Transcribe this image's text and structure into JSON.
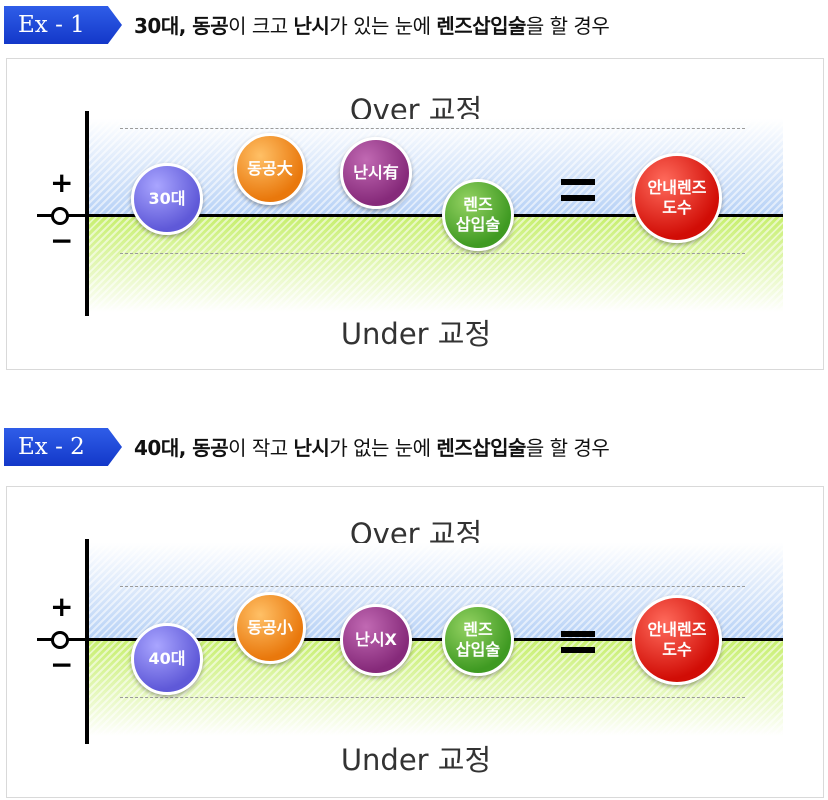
{
  "examples": [
    {
      "badge": "Ex - 1",
      "title": [
        {
          "text": "30대, 동공",
          "bold": true
        },
        {
          "text": "이 크고 ",
          "bold": false
        },
        {
          "text": "난시",
          "bold": true
        },
        {
          "text": "가 있는 눈에 ",
          "bold": false
        },
        {
          "text": "렌즈삽입술",
          "bold": true
        },
        {
          "text": "을 할 경우",
          "bold": false
        }
      ],
      "over_label": "Over 교정",
      "under_label": "Under 교정",
      "plus": "+",
      "minus": "−",
      "bubbles": {
        "age": "30대",
        "pupil": "동공大",
        "astig": "난시有",
        "lens": "렌즈\n삽입술",
        "result": "안내렌즈\n도수"
      }
    },
    {
      "badge": "Ex - 2",
      "title": [
        {
          "text": "40대, 동공",
          "bold": true
        },
        {
          "text": "이 작고 ",
          "bold": false
        },
        {
          "text": "난시",
          "bold": true
        },
        {
          "text": "가 없는 눈에 ",
          "bold": false
        },
        {
          "text": "렌즈삽입술",
          "bold": true
        },
        {
          "text": "을 할 경우",
          "bold": false
        }
      ],
      "over_label": "Over 교정",
      "under_label": "Under 교정",
      "plus": "+",
      "minus": "−",
      "bubbles": {
        "age": "40대",
        "pupil": "동공小",
        "astig": "난시X",
        "lens": "렌즈\n삽입술",
        "result": "안내렌즈\n도수"
      }
    }
  ],
  "colors": {
    "badge": "#1f45d6",
    "age": "#6b66e0",
    "pupil": "#ef8215",
    "astig": "#8f2f83",
    "lens": "#4aa52b",
    "result": "#dd140b",
    "over_zone": "#b8d2f6",
    "under_zone": "#c7ef6e"
  }
}
